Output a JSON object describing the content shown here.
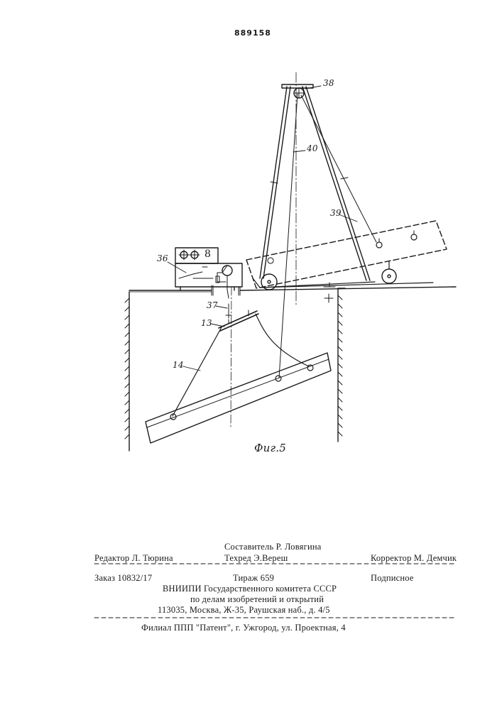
{
  "patent_number": "889158",
  "figure_caption": "Фиг.5",
  "labels": {
    "l38": "38",
    "l40": "40",
    "l39": "39",
    "l36": "36",
    "l37": "37",
    "l13": "13",
    "l14": "14",
    "panel_digit": "8"
  },
  "footer": {
    "compiler": "Составитель Р. Ловягина",
    "editor": "Редактор Л. Тюрина",
    "techred": "Техред Э.Вереш",
    "corrector": "Корректор М. Демчик",
    "order": "Заказ 10832/17",
    "circulation": "Тираж 659",
    "subscription": "Подписное",
    "org_line1": "ВНИИПИ Государственного комитета СССР",
    "org_line2": "по делам изобретений и открытий",
    "address": "113035, Москва, Ж-35, Раушская наб., д. 4/5",
    "branch": "Филиал ППП \"Патент\", г. Ужгород, ул. Проектная, 4"
  }
}
